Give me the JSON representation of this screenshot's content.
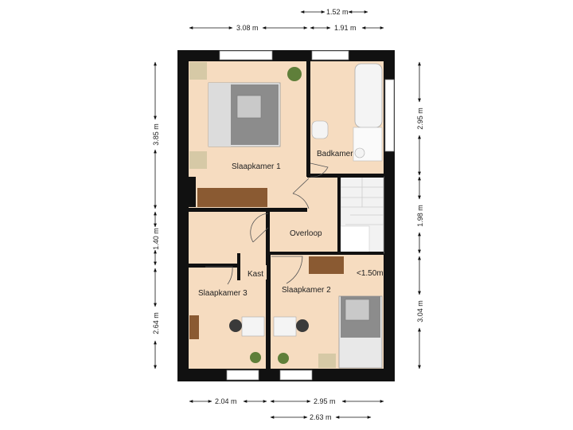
{
  "rooms": {
    "slaapkamer1": "Slaapkamer 1",
    "badkamer": "Badkamer",
    "overloop": "Overloop",
    "kast": "Kast",
    "slaapkamer3": "Slaapkamer 3",
    "slaapkamer2": "Slaapkamer 2",
    "note_height": "<1.50m"
  },
  "dimensions": {
    "top_1_52": "1.52 m",
    "top_3_08": "3.08 m",
    "top_1_91": "1.91 m",
    "left_3_85": "3.85 m",
    "left_1_40": "1.40 m",
    "left_2_64": "2.64 m",
    "right_2_95": "2.95 m",
    "right_1_98": "1.98 m",
    "right_3_04": "3.04 m",
    "bottom_2_04": "2.04 m",
    "bottom_2_95": "2.95 m",
    "bottom_2_63": "2.63 m"
  },
  "colors": {
    "wall": "#111111",
    "floor": "#f6dcc0",
    "stairs": "#f2f2f2",
    "wood": "#8a5a32",
    "dim_line": "#111111"
  }
}
